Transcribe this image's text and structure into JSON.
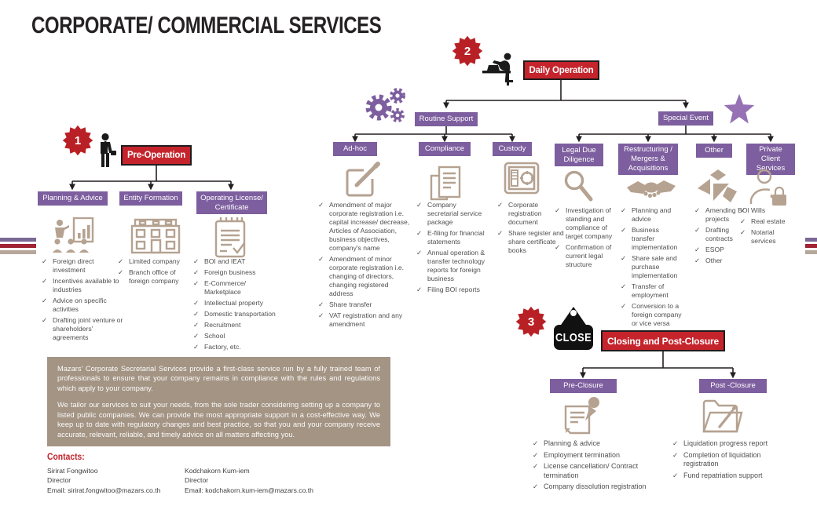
{
  "page": {
    "title": "CORPORATE/ COMMERCIAL SERVICES"
  },
  "colors": {
    "red_box": "#c5242c",
    "badge_red": "#b92025",
    "purple_box": "#7d5e9e",
    "icon_purple": "#8a6aae",
    "icon_tan": "#b5a291",
    "about_bg": "#a39484",
    "contacts_red": "#c0242c",
    "body_text": "#4f4f51"
  },
  "icons": {
    "check_glyph": "✓"
  },
  "sections": {
    "pre_operation": {
      "badge": "1",
      "title": "Pre-Operation",
      "columns": [
        {
          "label": "Planning & Advice",
          "icon": "presentation-people-icon",
          "items": [
            "Foreign direct investment",
            "Incentives available to industries",
            "Advice on specific activities",
            "Drafting joint venture or shareholders' agreements"
          ]
        },
        {
          "label": "Entity Formation",
          "icon": "building-icon",
          "items": [
            "Limited company",
            "Branch office of foreign company"
          ]
        },
        {
          "label": "Operating License/ Certificate",
          "icon": "license-checklist-icon",
          "items": [
            "BOI and IEAT",
            "Foreign business",
            "E-Commerce/ Marketplace",
            "Intellectual property",
            "Domestic transportation",
            "Recruitment",
            "School",
            "Factory, etc."
          ]
        }
      ]
    },
    "daily_operation": {
      "badge": "2",
      "title": "Daily Operation",
      "branches": [
        {
          "label": "Routine Support",
          "columns": [
            {
              "label": "Ad-hoc",
              "icon": "pencil-edit-icon",
              "items": [
                "Amendment of major corporate registration i.e. capital increase/ decrease, Articles of Association, business objectives, company's name",
                "Amendment of minor corporate registration i.e. changing of directors, changing registered address",
                "Share transfer",
                "VAT registration and any amendment"
              ]
            },
            {
              "label": "Compliance",
              "icon": "documents-icon",
              "items": [
                "Company secretarial service package",
                "E-filing for financial statements",
                "Annual operation & transfer technology reports for foreign business",
                "Filing BOI reports"
              ]
            },
            {
              "label": "Custody",
              "icon": "safe-icon",
              "items": [
                "Corporate registration document",
                "Share register and share certificate books"
              ]
            }
          ]
        },
        {
          "label": "Special Event",
          "columns": [
            {
              "label": "Legal Due Diligence",
              "icon": "magnifier-icon",
              "items": [
                "Investigation of standing and compliance of target company",
                "Confirmation of current legal structure"
              ]
            },
            {
              "label": "Restructuring / Mergers & Acquisitions",
              "icon": "handshake-icon",
              "items": [
                "Planning and advice",
                "Business transfer implementation",
                "Share sale and purchase implementation",
                "Transfer of employment",
                "Conversion to a foreign company or vice versa"
              ]
            },
            {
              "label": "Other",
              "icon": "tangram-arrow-icon",
              "items": [
                "Amending BOI projects",
                "Drafting contracts",
                "ESOP",
                "Other"
              ]
            },
            {
              "label": "Private Client Services",
              "icon": "person-lock-icon",
              "items": [
                "Wills",
                "Real estate",
                "Notarial services"
              ]
            }
          ]
        }
      ]
    },
    "closing": {
      "badge": "3",
      "title": "Closing and Post-Closure",
      "sign_text": "CLOSE",
      "columns": [
        {
          "label": "Pre-Closure",
          "icon": "pinned-note-icon",
          "items": [
            "Planning & advice",
            "Employment termination",
            "License cancellation/ Contract termination",
            "Company dissolution registration"
          ]
        },
        {
          "label": "Post -Closure",
          "icon": "folder-pencil-icon",
          "items": [
            "Liquidation progress report",
            "Completion of liquidation registration",
            "Fund repatriation support"
          ]
        }
      ]
    }
  },
  "about": {
    "paragraphs": [
      "Mazars' Corporate Secretarial Services provide a first-class service run by a fully trained team of professionals to ensure that your company remains in compliance with the rules and regulations which apply to your company.",
      "We tailor our services to suit your needs, from the sole trader considering setting up a company to listed public companies. We can provide the most appropriate support in a cost-effective way. We keep up to date with regulatory changes and best practice, so that you and your company receive accurate, relevant, reliable, and timely advice on all matters affecting you."
    ]
  },
  "contacts": {
    "heading": "Contacts:",
    "people": [
      {
        "name": "Sirirat Fongwitoo",
        "role": "Director",
        "email": "Email: sirirat.fongwitoo@mazars.co.th"
      },
      {
        "name": "Kodchakorn Kum-iem",
        "role": "Director",
        "email": "Email: kodchakorn.kum-iem@mazars.co.th"
      }
    ]
  }
}
